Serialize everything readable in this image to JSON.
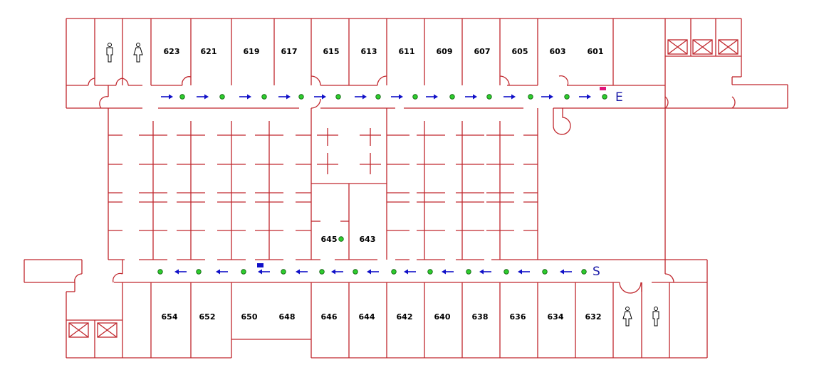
{
  "floor_plan": {
    "top_rooms": [
      "623",
      "621",
      "619",
      "617",
      "615",
      "613",
      "611",
      "609",
      "607",
      "605",
      "603",
      "601"
    ],
    "bottom_rooms": [
      "654",
      "652",
      "650",
      "648",
      "646",
      "644",
      "642",
      "640",
      "638",
      "636",
      "634",
      "632"
    ],
    "inner_rooms": [
      "645",
      "643"
    ],
    "start_label": "S",
    "end_label": "E",
    "restroom_icons": [
      "men-restroom-icon",
      "women-restroom-icon"
    ],
    "elevator_icon": "elevator-icon",
    "colors": {
      "wall": "#c0272d",
      "waypoint": "#2ecc2e",
      "arrow": "#1010c8",
      "end_marker": "#e0147a",
      "start_marker": "#1010c8"
    }
  }
}
